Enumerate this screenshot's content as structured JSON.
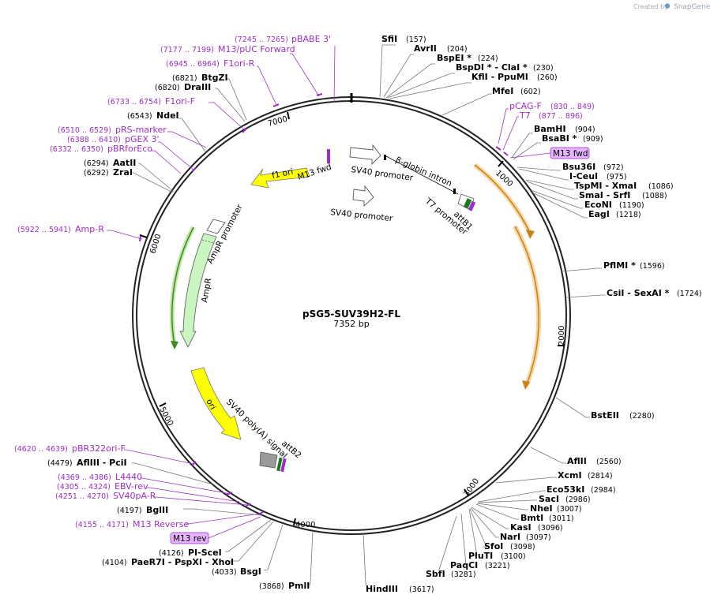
{
  "credit": {
    "text": "Created by",
    "brand": "SnapGene"
  },
  "plasmid": {
    "name": "pSG5-SUV39H2-FL",
    "size": "7352 bp"
  },
  "ticks": [
    "1000",
    "2000",
    "3000",
    "4000",
    "5000",
    "6000",
    "7000"
  ],
  "enzymes": [
    {
      "name": "SfiI",
      "pos": "(157)"
    },
    {
      "name": "AvrII",
      "pos": "(204)"
    },
    {
      "name": "BspEI *",
      "pos": "(224)"
    },
    {
      "name": "BspDI * - ClaI *",
      "pos": "(230)"
    },
    {
      "name": "KflI - PpuMI",
      "pos": "(260)"
    },
    {
      "name": "MfeI",
      "pos": "(602)"
    },
    {
      "name": "BamHI",
      "pos": "(904)"
    },
    {
      "name": "BsaBI *",
      "pos": "(909)"
    },
    {
      "name": "Bsu36I",
      "pos": "(972)"
    },
    {
      "name": "I-CeuI",
      "pos": "(975)"
    },
    {
      "name": "TspMI - XmaI",
      "pos": "(1086)"
    },
    {
      "name": "SmaI - SrfI",
      "pos": "(1088)"
    },
    {
      "name": "EcoNI",
      "pos": "(1190)"
    },
    {
      "name": "EagI",
      "pos": "(1218)"
    },
    {
      "name": "PflMI *",
      "pos": "(1596)"
    },
    {
      "name": "CsiI - SexAI *",
      "pos": "(1724)"
    },
    {
      "name": "BstEII",
      "pos": "(2280)"
    },
    {
      "name": "AflII",
      "pos": "(2560)"
    },
    {
      "name": "XcmI",
      "pos": "(2814)"
    },
    {
      "name": "Eco53kI",
      "pos": "(2984)"
    },
    {
      "name": "SacI",
      "pos": "(2986)"
    },
    {
      "name": "NheI",
      "pos": "(3007)"
    },
    {
      "name": "BmtI",
      "pos": "(3011)"
    },
    {
      "name": "KasI",
      "pos": "(3096)"
    },
    {
      "name": "NarI",
      "pos": "(3097)"
    },
    {
      "name": "SfoI",
      "pos": "(3098)"
    },
    {
      "name": "PluTI",
      "pos": "(3100)"
    },
    {
      "name": "PaqCI",
      "pos": "(3221)"
    },
    {
      "name": "SbfI",
      "pos": "(3281)"
    },
    {
      "name": "HindIII",
      "pos": "(3617)"
    },
    {
      "name": "PmlI",
      "pos": "(3868)"
    },
    {
      "name": "BsgI",
      "pos": "(4033)"
    },
    {
      "name": "PaeR7I - PspXI - XhoI",
      "pos": "(4104)"
    },
    {
      "name": "PI-SceI",
      "pos": "(4126)"
    },
    {
      "name": "BglII",
      "pos": "(4197)"
    },
    {
      "name": "AflIII - PciI",
      "pos": "(4479)"
    },
    {
      "name": "AatII",
      "pos": "(6294)"
    },
    {
      "name": "ZraI",
      "pos": "(6292)"
    },
    {
      "name": "NdeI",
      "pos": "(6543)"
    },
    {
      "name": "DraIII",
      "pos": "(6820)"
    },
    {
      "name": "BtgZI",
      "pos": "(6821)"
    }
  ],
  "primers": [
    {
      "name": "pBABE 3'",
      "pos": "(7245 .. 7265)"
    },
    {
      "name": "M13/pUC Forward",
      "pos": "(7177 .. 7199)"
    },
    {
      "name": "F1ori-R",
      "pos": "(6945 .. 6964)"
    },
    {
      "name": "F1ori-F",
      "pos": "(6733 .. 6754)"
    },
    {
      "name": "pRS-marker",
      "pos": "(6510 .. 6529)"
    },
    {
      "name": "pGEX 3'",
      "pos": "(6388 .. 6410)"
    },
    {
      "name": "pBRforEco",
      "pos": "(6332 .. 6350)"
    },
    {
      "name": "Amp-R",
      "pos": "(5922 .. 5941)"
    },
    {
      "name": "pCAG-F",
      "pos": "(830 .. 849)"
    },
    {
      "name": "T7",
      "pos": "(877 .. 896)"
    },
    {
      "name": "pBR322ori-F",
      "pos": "(4620 .. 4639)"
    },
    {
      "name": "L4440",
      "pos": "(4369 .. 4386)"
    },
    {
      "name": "EBV-rev",
      "pos": "(4305 .. 4324)"
    },
    {
      "name": "SV40pA-R",
      "pos": "(4251 .. 4270)"
    },
    {
      "name": "M13 Reverse",
      "pos": "(4155 .. 4171)"
    }
  ],
  "tags": [
    "M13 fwd",
    "M13 rev"
  ],
  "features": [
    "f1 ori",
    "M13 fwd",
    "SV40 promoter",
    "β-globin intron",
    "SV40 promoter",
    "T7 promoter",
    "attB1",
    "AmpR promoter",
    "AmpR",
    "ori",
    "SV40 poly(A) signal",
    "attB2"
  ],
  "colors": {
    "backbone": "#222222",
    "yellow": "#ffff00",
    "green": "#c8f0c0",
    "orange": "#f5a623",
    "primer": "#9b2fc7",
    "tag_fill": "#e6b3ff"
  }
}
